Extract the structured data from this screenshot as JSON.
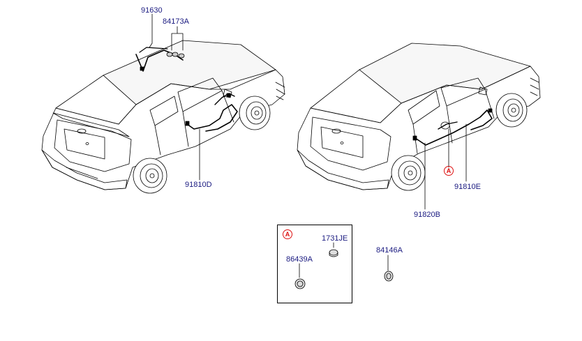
{
  "diagram": {
    "labels": {
      "hatch_roof_harness": "91630",
      "hatch_roof_connector": "84173A",
      "hatch_door_harness": "91810D",
      "sedan_rear_door_harness": "91810E",
      "sedan_rear_door_harness_b": "91820B",
      "grommet_a": "1731JE",
      "grommet_b": "86439A",
      "plug": "84146A"
    },
    "callout": "A",
    "detail_callout": "A"
  }
}
